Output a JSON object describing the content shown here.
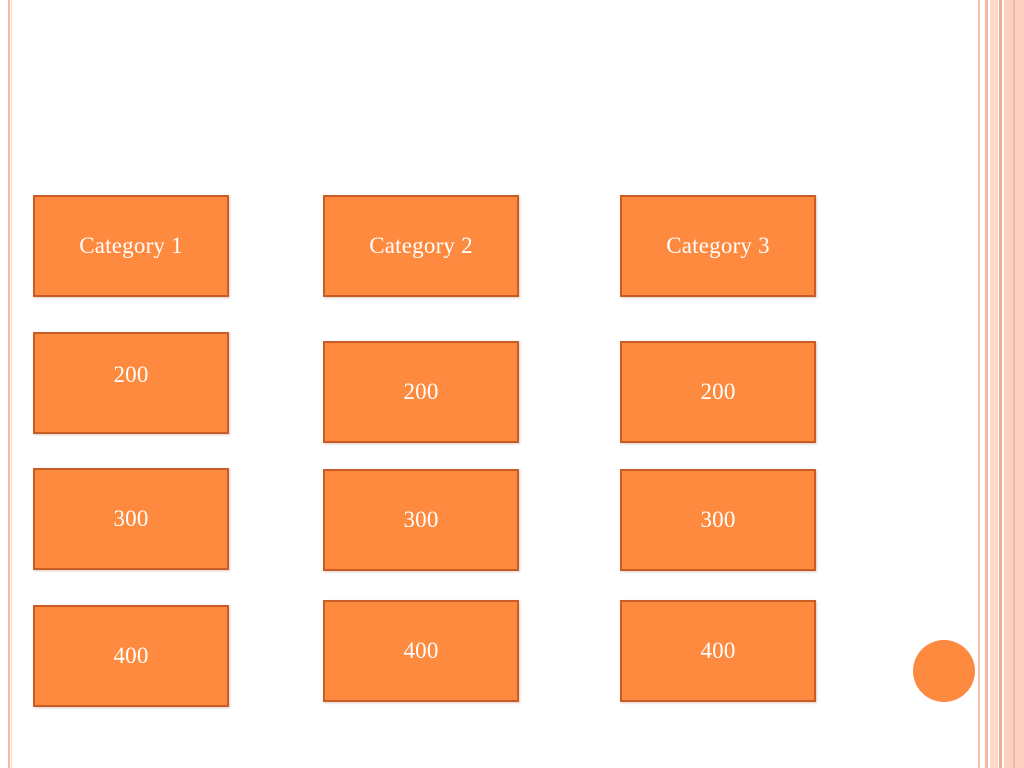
{
  "board": {
    "columns": [
      {
        "category": "Category 1",
        "values": [
          "200",
          "300",
          "400"
        ]
      },
      {
        "category": "Category 2",
        "values": [
          "200",
          "300",
          "400"
        ]
      },
      {
        "category": "Category 3",
        "values": [
          "200",
          "300",
          "400"
        ]
      }
    ]
  },
  "colors": {
    "tile": "#fd8a3e",
    "tile_border": "#c85d26",
    "accent_stripes": "#f4b9a3",
    "text": "#ffffff"
  }
}
